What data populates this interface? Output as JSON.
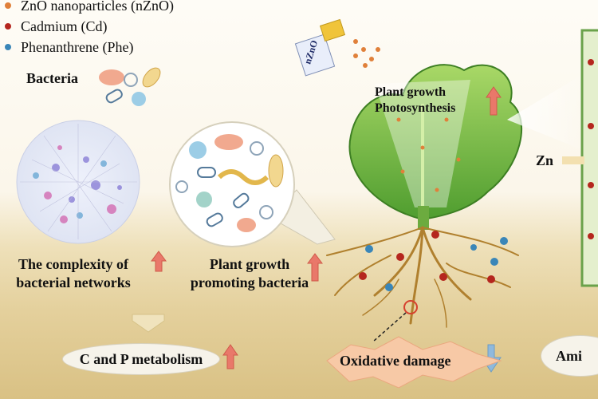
{
  "legend": {
    "items": [
      {
        "label": "ZnO nanoparticles (nZnO)",
        "color": "#e0803a"
      },
      {
        "label": "Cadmium (Cd)",
        "color": "#b5261e"
      },
      {
        "label": "Phenanthrene (Phe)",
        "color": "#3a86b8"
      }
    ],
    "bacteria_label": "Bacteria"
  },
  "spray_label": "nZnO",
  "plant": {
    "growth_line1": "Plant growth",
    "growth_line2": "Photosynthesis"
  },
  "zn_label": "Zn",
  "network": {
    "line1": "The complexity of",
    "line2": "bacterial networks"
  },
  "pgpb": {
    "line1": "Plant growth",
    "line2": "promoting bacteria"
  },
  "metabolism_label": "C and P metabolism",
  "oxidative_label": "Oxidative damage",
  "amino_label": "Ami",
  "colors": {
    "arrow_up": "#e9786a",
    "arrow_down": "#8fb9dc",
    "leaf": "#5fae3c",
    "root": "#b0802e"
  }
}
